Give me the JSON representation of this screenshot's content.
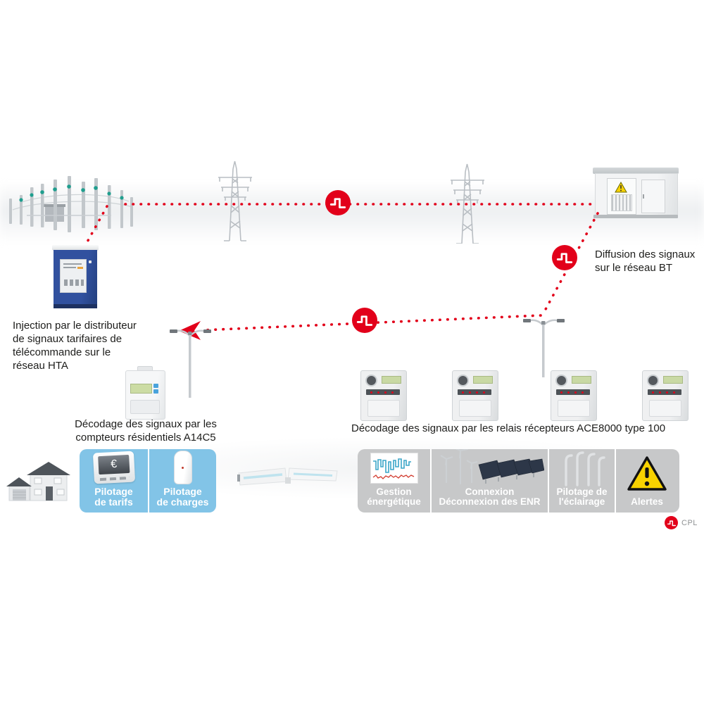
{
  "diagram": {
    "annotations": {
      "injection": "Injection par le distributeur\nde signaux tarifaires de\ntélécommande sur le\nréseau HTA",
      "diffusion": "Diffusion des signaux\nsur le réseau BT",
      "decodage_compteurs": "Décodage des signaux par les\ncompteurs résidentiels A14C5",
      "decodage_relais": "Décodage des signaux par les relais récepteurs ACE8000 type 100"
    },
    "blue_panel": {
      "items": [
        {
          "id": "tarifs",
          "label": "Pilotage\nde tarifs",
          "icon": "tariff-screen-icon",
          "icon_text": "€"
        },
        {
          "id": "charges",
          "label": "Pilotage\nde charges",
          "icon": "water-heater-icon"
        }
      ]
    },
    "gray_panel": {
      "items": [
        {
          "id": "gestion",
          "label": "Gestion\nénergétique",
          "icon": "load-curve-chart-icon"
        },
        {
          "id": "enr",
          "label": "Connexion\nDéconnexion des ENR",
          "icon": "wind-solar-icon"
        },
        {
          "id": "eclairage",
          "label": "Pilotage de\nl'éclairage",
          "icon": "street-lamps-icon"
        },
        {
          "id": "alertes",
          "label": "Alertes",
          "icon": "warning-triangle-icon"
        }
      ]
    },
    "legend": {
      "label": "CPL"
    },
    "colors": {
      "signal_red": "#e2001a",
      "panel_blue": "#82c4e7",
      "panel_gray": "#c7c8c9",
      "cabinet_blue": "#2e4f9e",
      "text": "#1d1d1b",
      "alert_yellow": "#f8d200"
    }
  }
}
